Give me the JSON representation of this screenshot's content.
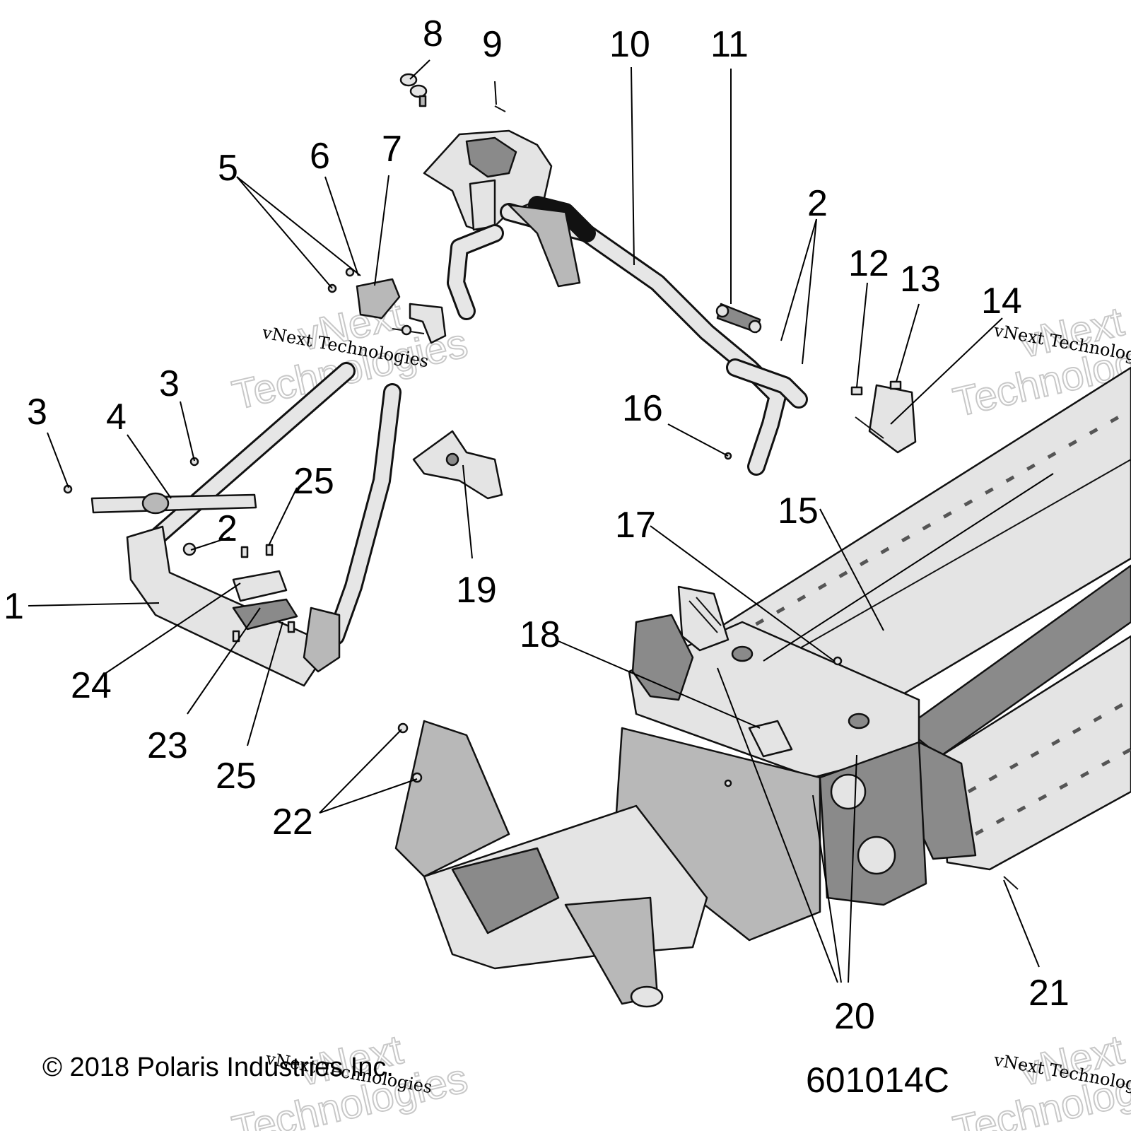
{
  "callouts": [
    "1",
    "2",
    "2",
    "3",
    "3",
    "4",
    "5",
    "6",
    "7",
    "8",
    "9",
    "10",
    "11",
    "12",
    "13",
    "14",
    "15",
    "16",
    "17",
    "18",
    "19",
    "20",
    "21",
    "22",
    "23",
    "24",
    "25",
    "25"
  ],
  "watermark": {
    "small": "vNext Technologies",
    "big_line1": "vNext",
    "big_line2": "Technologies"
  },
  "footer": {
    "copyright": "© 2018 Polaris Industries Inc.",
    "diagram_code": "601014C"
  }
}
